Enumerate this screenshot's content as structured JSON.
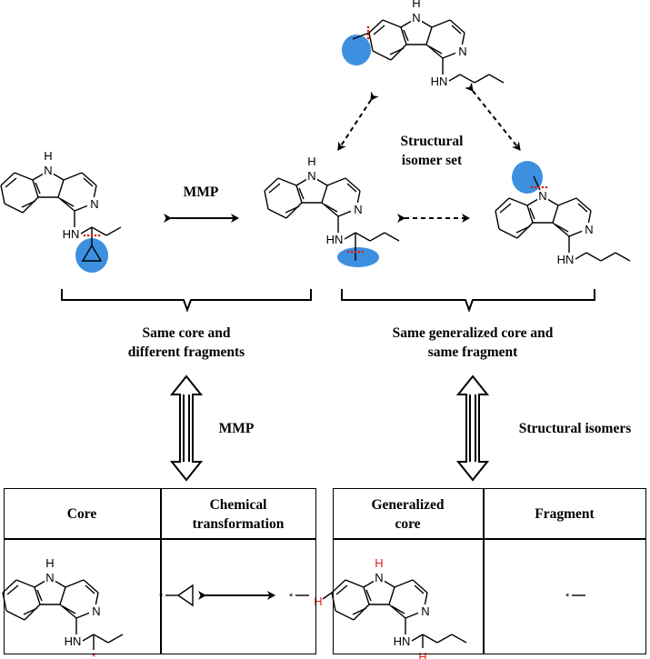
{
  "labels": {
    "mmp_top": "MMP",
    "structural_isomer_set_1": "Structural",
    "structural_isomer_set_2": "isomer set",
    "same_core_1": "Same core and",
    "same_core_2": "different fragments",
    "same_gen_core_1": "Same generalized core and",
    "same_gen_core_2": "same fragment",
    "mmp_arrow": "MMP",
    "structural_isomers_arrow": "Structural isomers"
  },
  "left_table": {
    "col1_header": "Core",
    "col2_header_1": "Chemical",
    "col2_header_2": "transformation"
  },
  "right_table": {
    "col1_header_1": "Generalized",
    "col1_header_2": "core",
    "col2_header": "Fragment"
  },
  "atoms": {
    "H": "H",
    "N": "N",
    "HN": "HN",
    "star": "*"
  },
  "colors": {
    "highlight": "#3d8fe0",
    "red": "#e0201b",
    "line": "#000000"
  }
}
